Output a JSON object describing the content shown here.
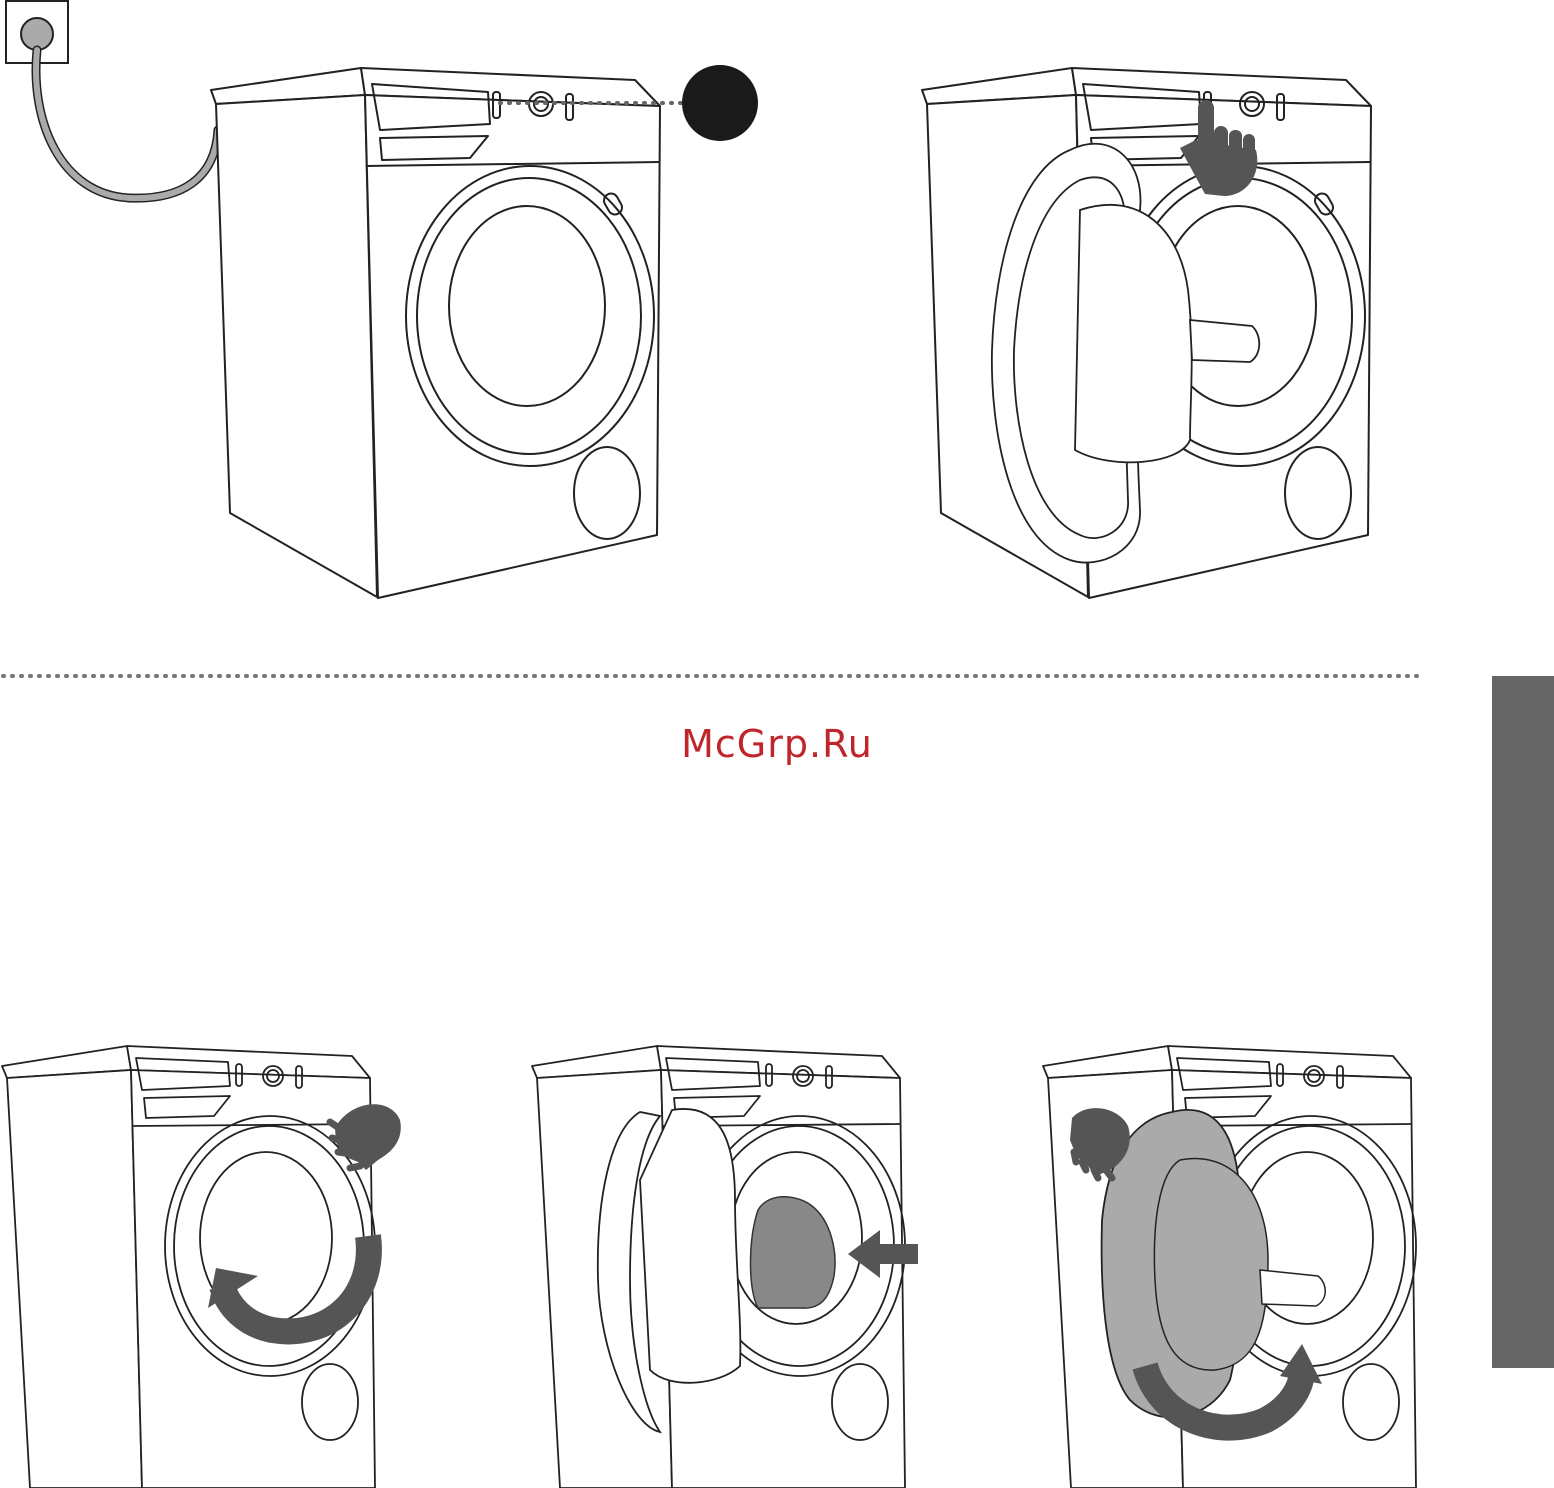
{
  "watermark": {
    "text": "McGrp.Ru"
  },
  "colors": {
    "line": "#222222",
    "dark_gray": "#555555",
    "mid_gray": "#aaaaaa",
    "black": "#1a1a1a",
    "side_tab": "#666666",
    "watermark": "#c0252b"
  },
  "illustrations": [
    {
      "name": "washer-plugged-in",
      "icons": [
        "power-socket-icon",
        "power-cord-icon",
        "indicator-dot-icon"
      ]
    },
    {
      "name": "washer-door-open",
      "icons": [
        "pressing-finger-icon"
      ]
    },
    {
      "name": "washer-door-rotate",
      "icons": [
        "hand-icon",
        "rotate-arrow-icon"
      ]
    },
    {
      "name": "washer-loading-laundry",
      "icons": [
        "laundry-icon",
        "push-arrow-icon"
      ]
    },
    {
      "name": "washer-door-closing",
      "icons": [
        "hand-icon",
        "close-arrow-icon"
      ]
    }
  ]
}
